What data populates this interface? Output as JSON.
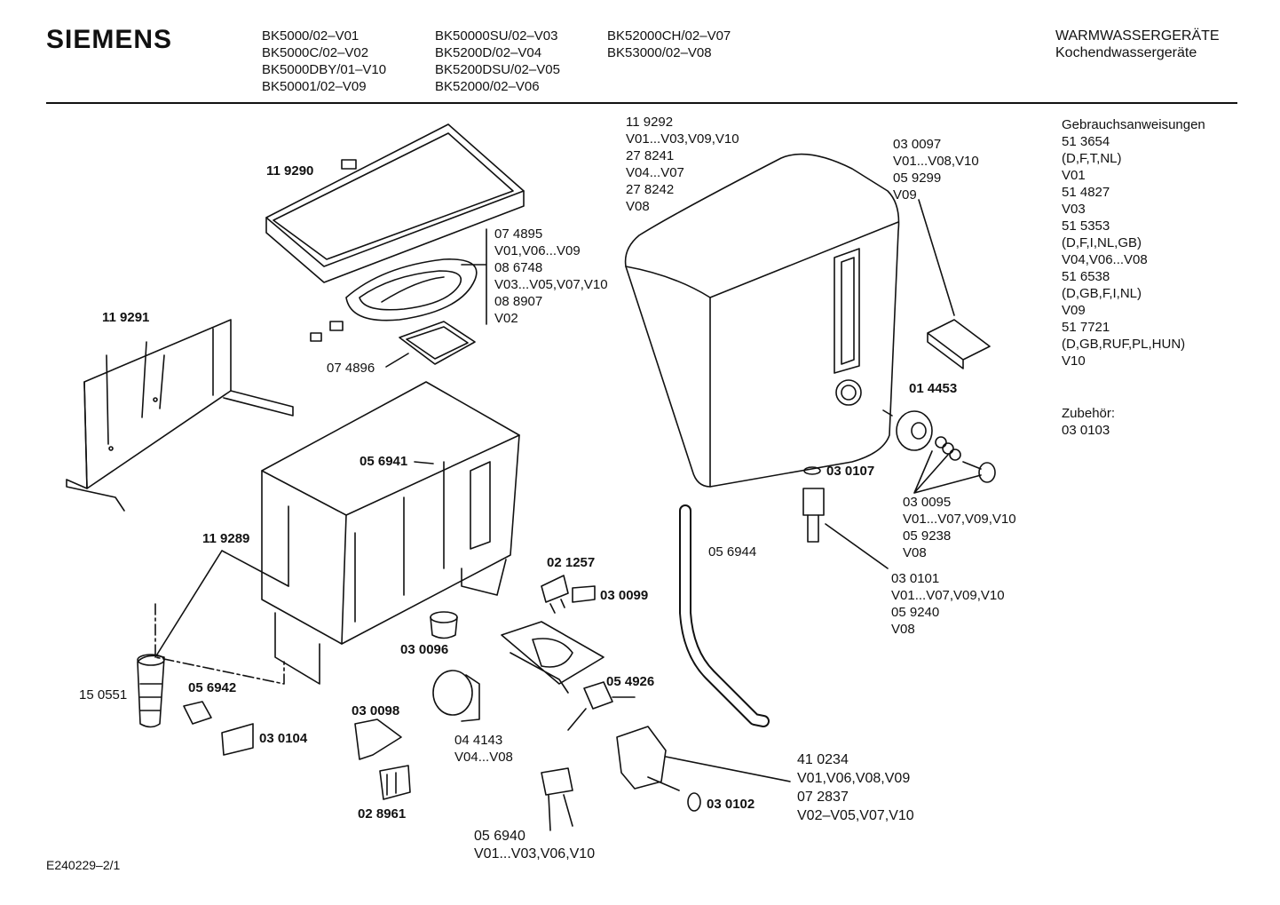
{
  "header": {
    "brand": "SIEMENS",
    "models_col1": [
      "BK5000/02–V01",
      "BK5000C/02–V02",
      "BK5000DBY/01–V10",
      "BK50001/02–V09"
    ],
    "models_col2": [
      "BK50000SU/02–V03",
      "BK5200D/02–V04",
      "BK5200DSU/02–V05",
      "BK52000/02–V06"
    ],
    "models_col3": [
      "BK52000CH/02–V07",
      "BK53000/02–V08"
    ],
    "category": "WARMWASSERGERÄTE",
    "subcategory": "Kochendwassergeräte"
  },
  "manuals": [
    "Gebrauchsanweisungen",
    "51 3654",
    "(D,F,T,NL)",
    "V01",
    "51 4827",
    "V03",
    "51 5353",
    "(D,F,I,NL,GB)",
    "V04,V06...V08",
    "51 6538",
    "(D,GB,F,I,NL)",
    "V09",
    "51 7721",
    "(D,GB,RUF,PL,HUN)",
    "V10"
  ],
  "accessories": [
    "Zubehör:",
    "03 0103"
  ],
  "labels": {
    "l119290": "11 9290",
    "l119291": "11 9291",
    "l074895": "07 4895\nV01,V06...V09\n08 6748\nV03...V05,V07,V10\n08 8907\nV02",
    "l074896": "07 4896",
    "l119292": "11 9292\nV01...V03,V09,V10\n27 8241\nV04...V07\n27 8242\nV08",
    "l030097": "03 0097\nV01...V08,V10\n05 9299\nV09",
    "l014453": "01 4453",
    "l056941": "05 6941",
    "l030107": "03 0107",
    "l030095": "03 0095\nV01...V07,V09,V10\n05 9238\nV08",
    "l119289": "11 9289",
    "l056944": "05 6944",
    "l021257": "02 1257",
    "l030099": "03 0099",
    "l030101": "03 0101\nV01...V07,V09,V10\n05 9240\nV08",
    "l030096": "03 0096",
    "l150551": "15 0551",
    "l056942": "05 6942",
    "l054926": "05 4926",
    "l030098": "03 0098",
    "l030104": "03 0104",
    "l044143": "04 4143\nV04...V08",
    "l410234": "41 0234\nV01,V06,V08,V09\n07 2837\nV02–V05,V07,V10",
    "l030102": "03 0102",
    "l028961": "02 8961",
    "l056940": "05 6940\nV01...V03,V06,V10"
  },
  "footer": "E240229–2/1"
}
